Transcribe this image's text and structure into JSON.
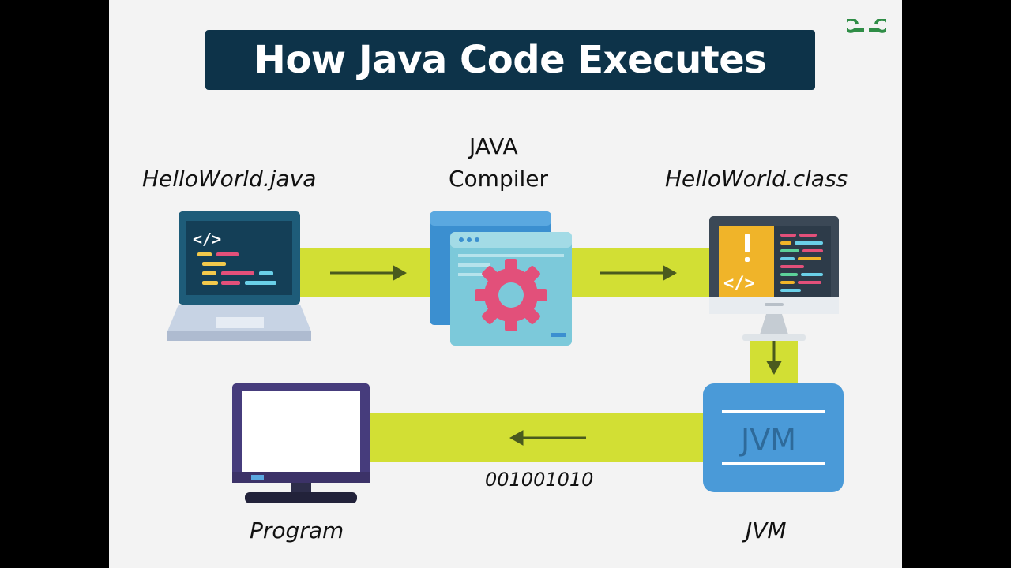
{
  "title": "How Java Code Executes",
  "labels": {
    "source_file": "HelloWorld.java",
    "compiler_line1": "JAVA",
    "compiler_line2": "Compiler",
    "class_file": "HelloWorld.class",
    "program": "Program",
    "jvm_bottom": "JVM",
    "jvm_box": "JVM",
    "bytecode": "001001010"
  },
  "icons": {
    "logo": "geeksforgeeks-logo",
    "laptop": "laptop-code-icon",
    "compiler": "compiler-gear-window-icon",
    "monitor_class": "monitor-code-icon",
    "jvm": "jvm-box",
    "monitor_program": "program-monitor-icon"
  },
  "colors": {
    "banner": "#0d3349",
    "band": "#d2df34",
    "arrow": "#4a5a1e",
    "logo": "#2f8d46",
    "jvm_box": "#4a9ad8",
    "gear": "#e2507a"
  }
}
